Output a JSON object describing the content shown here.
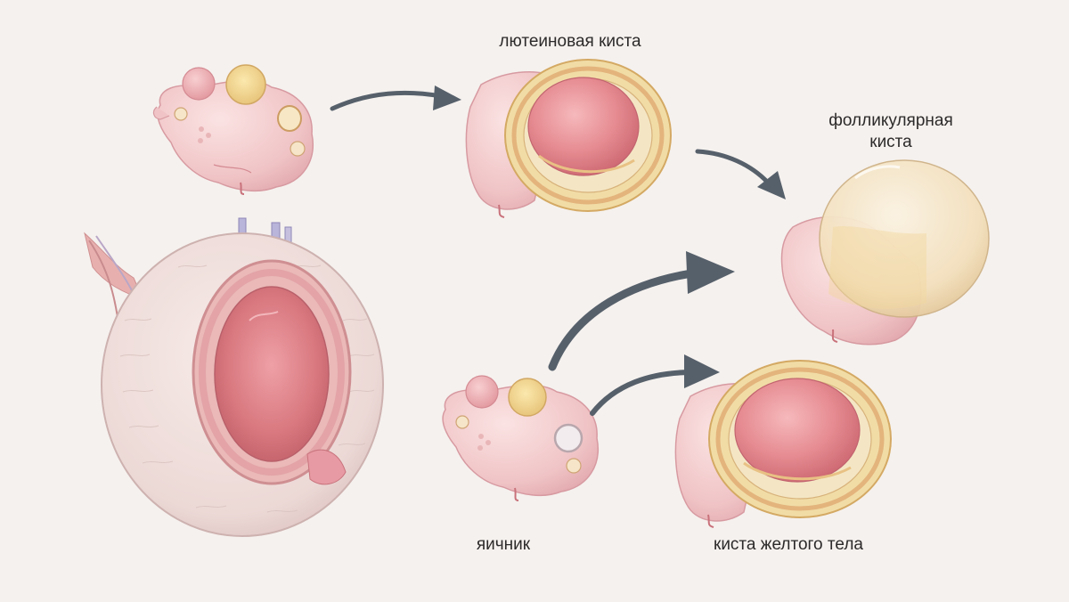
{
  "labels": {
    "lutein_cyst": "лютеиновая киста",
    "follicular_cyst_line1": "фолликулярная",
    "follicular_cyst_line2": "киста",
    "ovary": "яичник",
    "corpus_luteum_cyst": "киста желтого тела"
  },
  "colors": {
    "background": "#f5f1ee",
    "ovary_tissue": "#f1cdcd",
    "cyst_fluid_red": "#e07f85",
    "cyst_wall_yellow": "#efd9a3",
    "follicular_fluid": "#f3e2bd",
    "arrow": "#56606b",
    "label_text": "#2c2a2a"
  },
  "icons": [
    "arrow-icon"
  ]
}
